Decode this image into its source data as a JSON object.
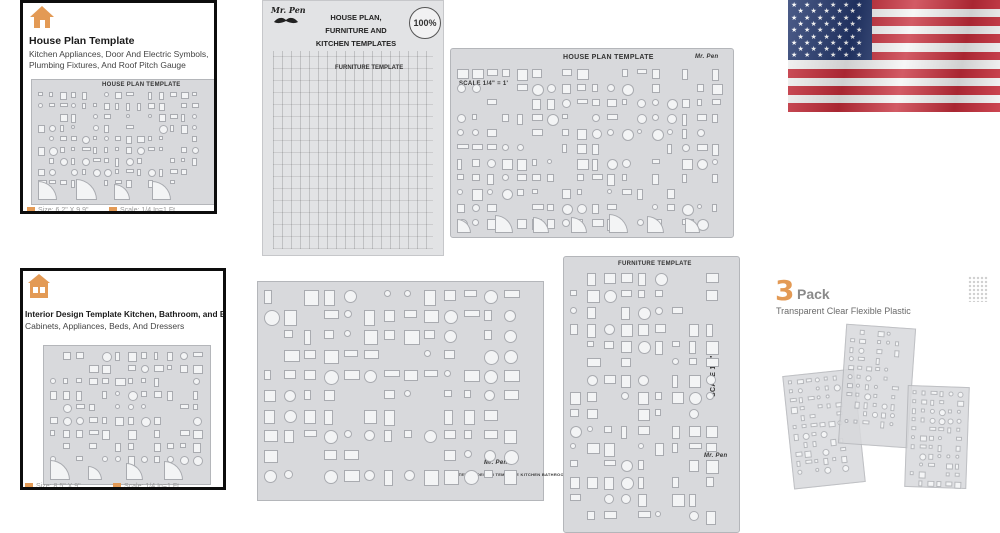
{
  "card1": {
    "title": "House Plan Template",
    "subtitle_line1": "Kitchen Appliances, Door And Electric Symbols,",
    "subtitle_line2": "Plumbing Fixtures, And Roof Pitch Gauge",
    "stencil_label": "HOUSE PLAN TEMPLATE",
    "size_note": "Size: 6.2\" X 9.9\"",
    "scale_note": "Scale: 1/4 In=1 Ft",
    "icon": "home-icon"
  },
  "card2": {
    "title": "Interior Design Template Kitchen, Bathroom, and Bedroom",
    "subtitle": "Cabinets, Appliances, Beds, And Dressers",
    "size_note": "Size: 8.5\" X 9\"",
    "scale_note": "Scale: 1/4 In=1 Ft",
    "icon": "furniture-icon"
  },
  "bag": {
    "brand": "Mr. Pen",
    "title": "HOUSE PLAN, FURNITURE AND KITCHEN TEMPLATES",
    "badge": "100%",
    "inner_label": "FURNITURE TEMPLATE"
  },
  "house_plan_template": {
    "title": "HOUSE PLAN TEMPLATE",
    "brand": "Mr. Pen",
    "scale": "SCALE 1/4\" = 1'"
  },
  "interior_template": {
    "brand": "Mr. Pen",
    "caption": "INTERIOR DESIGN TEMPLATE KITCHEN BATHROOM BEDROOM"
  },
  "furniture_template": {
    "title": "FURNITURE TEMPLATE",
    "scale": "SCALE 1/4\" = 1'",
    "brand": "Mr. Pen"
  },
  "pack": {
    "number": "3",
    "word": "Pack",
    "subtitle": "Transparent Clear Flexible Plastic"
  },
  "colors": {
    "accent": "#e39a55",
    "flag_blue": "#24386e",
    "flag_red": "#c62d3a",
    "stencil": "#d8d9dc"
  }
}
